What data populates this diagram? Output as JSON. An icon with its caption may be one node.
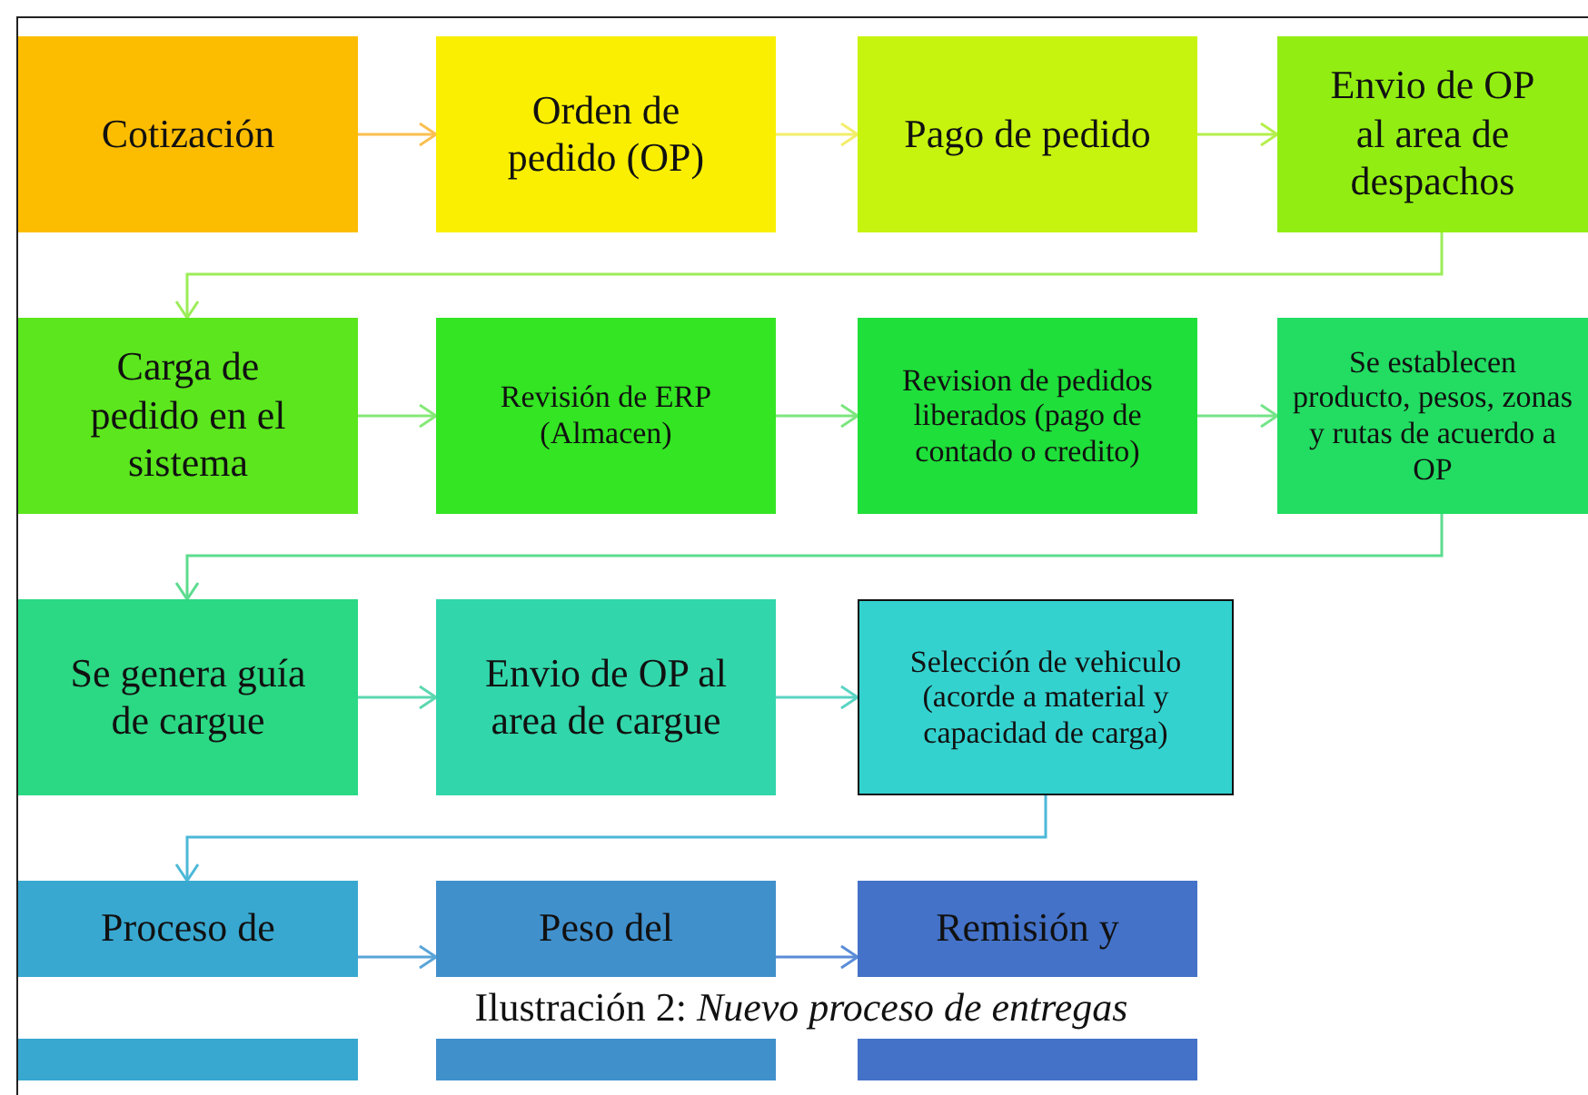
{
  "diagram": {
    "caption": "Ilustración 2: *Nuevo proceso de entregas*",
    "nodes": [
      {
        "text": [
          "Cotización"
        ]
      },
      {
        "text": [
          "Orden de pedido (OP)"
        ]
      },
      {
        "text": [
          "Pago de pedido"
        ]
      },
      {
        "text": [
          "Envio de OP al area de despachos"
        ]
      },
      {
        "text": [
          "Carga de pedido en el sistema"
        ]
      },
      {
        "text": [
          "Revisión de ERP (Almacen)"
        ]
      },
      {
        "text": [
          "Revision de pedidos liberados (pago de contado o credito)"
        ]
      },
      {
        "text": [
          "Se establecen producto, pesos, zonas y rutas de acuerdo a OP"
        ]
      },
      {
        "text": [
          "Se genera guía de cargue"
        ]
      },
      {
        "text": [
          "Envio de OP al area de cargue"
        ]
      },
      {
        "text": [
          "Selección de vehiculo (acorde a material y capacidad de carga)"
        ]
      },
      {
        "text": [
          "Proceso de"
        ]
      },
      {
        "text": [
          "Peso del"
        ]
      },
      {
        "text": [
          "Remisión y"
        ]
      }
    ],
    "edges": [
      {
        "from": 0,
        "to": 1,
        "arrow": "to",
        "color": "#fbbf50"
      },
      {
        "from": 1,
        "to": 2,
        "arrow": "to",
        "color": "#f3ee6a"
      },
      {
        "from": 2,
        "to": 3,
        "arrow": "to",
        "color": "#b4ef4c"
      },
      {
        "from": 3,
        "to": 4,
        "arrow": "to",
        "color": "#9ced58"
      },
      {
        "from": 4,
        "to": 5,
        "arrow": "to",
        "color": "#86e878"
      },
      {
        "from": 5,
        "to": 6,
        "arrow": "to",
        "color": "#7ce67e"
      },
      {
        "from": 6,
        "to": 7,
        "arrow": "to",
        "color": "#74e488"
      },
      {
        "from": 7,
        "to": 8,
        "arrow": "to",
        "color": "#5cdc8e"
      },
      {
        "from": 8,
        "to": 9,
        "arrow": "to",
        "color": "#5cd8b0"
      },
      {
        "from": 9,
        "to": 10,
        "arrow": "to",
        "color": "#5ad4c4"
      },
      {
        "from": 10,
        "to": 11,
        "arrow": "to",
        "color": "#4cb8d8"
      },
      {
        "from": 11,
        "to": 12,
        "arrow": "to",
        "color": "#5aa4d8"
      },
      {
        "from": 12,
        "to": 13,
        "arrow": "to",
        "color": "#5a8cd8"
      }
    ]
  }
}
